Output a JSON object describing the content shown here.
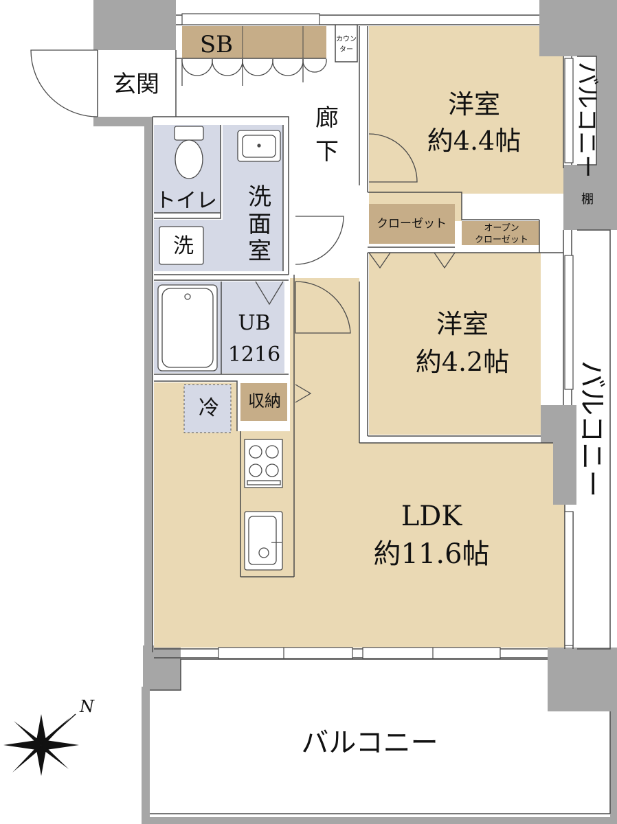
{
  "rooms": {
    "genkan": "玄関",
    "sb": "SB",
    "counter_line1": "カウン",
    "counter_line2": "ター",
    "roka_line1": "廊",
    "roka_line2": "下",
    "youshitsu1_name": "洋室",
    "youshitsu1_size": "約4.4帖",
    "youshitsu2_name": "洋室",
    "youshitsu2_size": "約4.2帖",
    "toilet": "トイレ",
    "senmen_line1": "洗",
    "senmen_line2": "面",
    "senmen_line3": "室",
    "washer": "洗",
    "ub_line1": "UB",
    "ub_line2": "1216",
    "fridge": "冷",
    "shuno": "収納",
    "closet": "クローゼット",
    "open_closet_line1": "オープン",
    "open_closet_line2": "クローゼット",
    "tana": "棚",
    "ldk_name": "LDK",
    "ldk_size": "約11.6帖",
    "balcony_top": "バルコニー",
    "balcony_right": "バルコニー",
    "balcony_bottom": "バルコニー",
    "compass_n": "N"
  },
  "colors": {
    "room_fill": "#ead9b4",
    "wet_fill": "#d5d9e6",
    "storage_fill": "#c6ad88",
    "wall_gray": "#a6a6a6",
    "line": "#4a4a4a"
  }
}
